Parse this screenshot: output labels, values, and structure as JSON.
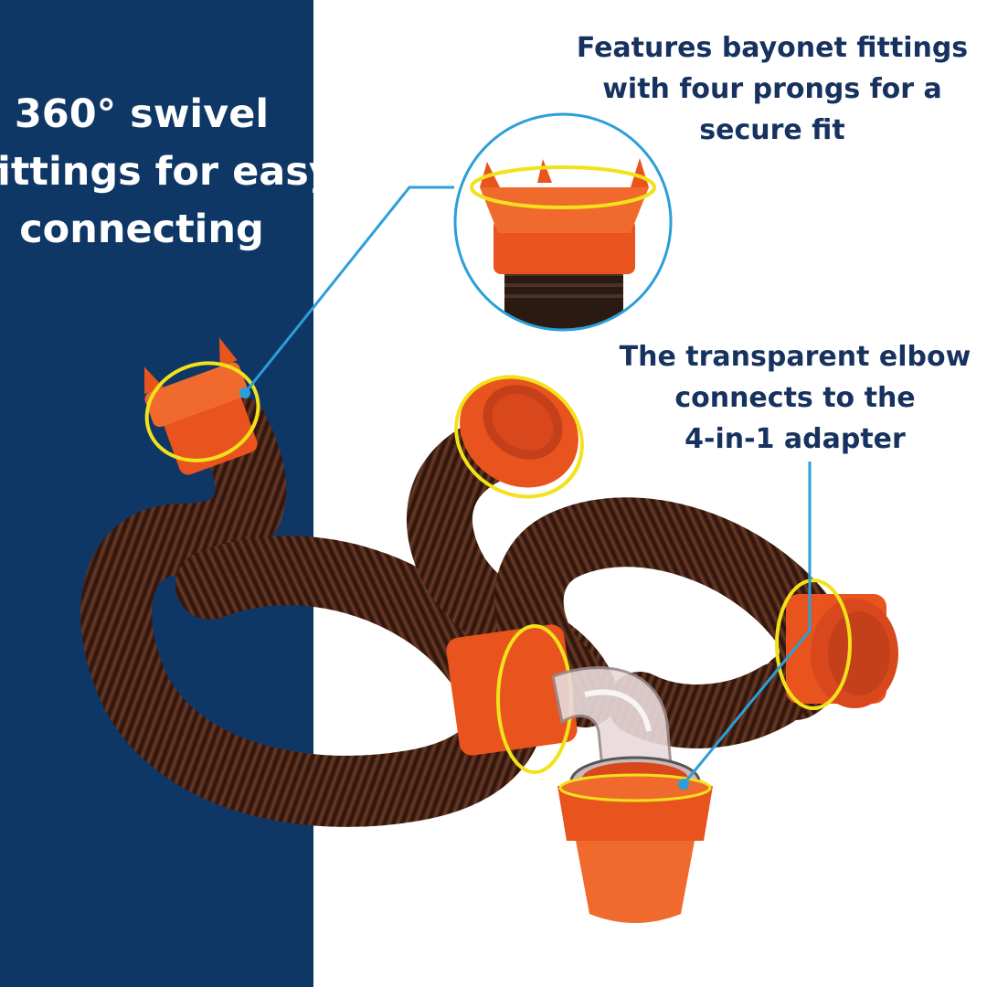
{
  "left_panel": {
    "color": "#0e3766",
    "caption_lines": [
      "360° swivel",
      "fittings for easy",
      "connecting"
    ]
  },
  "callouts": {
    "bayonet": {
      "lines": [
        "Features bayonet fittings",
        "with four prongs for a",
        "secure fit"
      ]
    },
    "elbow": {
      "lines": [
        "The transparent elbow",
        "connects to the",
        "4-in-1 adapter"
      ]
    }
  },
  "colors": {
    "hose_brown": "#4a2618",
    "fitting_orange": "#e8531e",
    "callout_line": "#2b9fd9",
    "highlight_ring": "#f2e21a",
    "caption_text": "#17325f"
  },
  "image": {
    "subject": "rv-sewer-hose-kit",
    "icons": [
      "hose-image",
      "bayonet-fitting-zoom",
      "transparent-elbow",
      "swivel-fitting"
    ]
  }
}
